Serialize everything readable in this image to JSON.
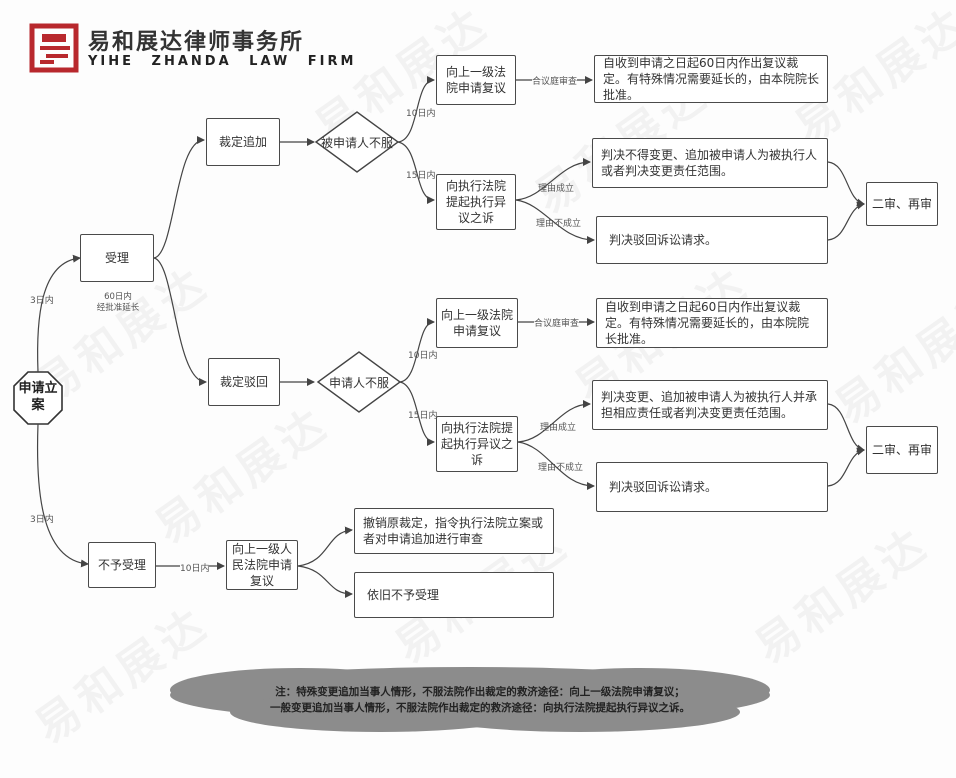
{
  "logo": {
    "cn": "易和展达律师事务所",
    "en": "YIHE ZHANDA LAW FIRM",
    "brand_color": "#b8282d"
  },
  "watermark": "易和展达",
  "nodes": {
    "start": "申请立案",
    "accept": "受理",
    "not_accept": "不予受理",
    "ruling_add": "裁定追加",
    "ruling_reject": "裁定驳回",
    "diamond_respondent": "被申请人不服",
    "diamond_applicant": "申请人不服",
    "review_upper_1": "向上一级法院申请复议",
    "review_upper_2": "向上一级法院申请复议",
    "objection_suit_1": "向执行法院提起执行异议之诉",
    "objection_suit_2": "向执行法院提起执行异议之诉",
    "review_result_1": "自收到申请之日起60日内作出复议裁定。有特殊情况需要延长的，由本院院长批准。",
    "review_result_2": "自收到申请之日起60日内作出复议裁定。有特殊情况需要延长的，由本院院长批准。",
    "judgment_no_change": "判决不得变更、追加被申请人为被执行人或者判决变更责任范围。",
    "judgment_reject_1": "判决驳回诉讼请求。",
    "judgment_change": "判决变更、追加被申请人为被执行人并承担相应责任或者判决变更责任范围。",
    "judgment_reject_2": "判决驳回诉讼请求。",
    "second_trial_1": "二审、再审",
    "second_trial_2": "二审、再审",
    "upper_court_review": "向上一级人民法院申请复议",
    "revoke_ruling": "撤销原裁定，指令执行法院立案或者对申请追加进行审查",
    "still_not_accept": "依旧不予受理"
  },
  "edge_labels": {
    "start_to_accept": "3日内",
    "start_to_not_accept": "3日内",
    "accept_deadline_1": "60日内",
    "accept_deadline_2": "经批准延长",
    "days_10_top": "10日内",
    "days_15_top": "15日内",
    "days_10_mid": "10日内",
    "days_15_mid": "15日内",
    "collegial_1": "合议庭审查",
    "collegial_2": "合议庭审查",
    "reason_valid_1": "理由成立",
    "reason_invalid_1": "理由不成立",
    "reason_valid_2": "理由成立",
    "reason_invalid_2": "理由不成立",
    "days_10_bottom": "10日内"
  },
  "note": {
    "line1": "注：特殊变更追加当事人情形，不服法院作出裁定的救济途径：向上一级法院申请复议；",
    "line2": "一般变更追加当事人情形，不服法院作出裁定的救济途径：向执行法院提起执行异议之诉。"
  }
}
